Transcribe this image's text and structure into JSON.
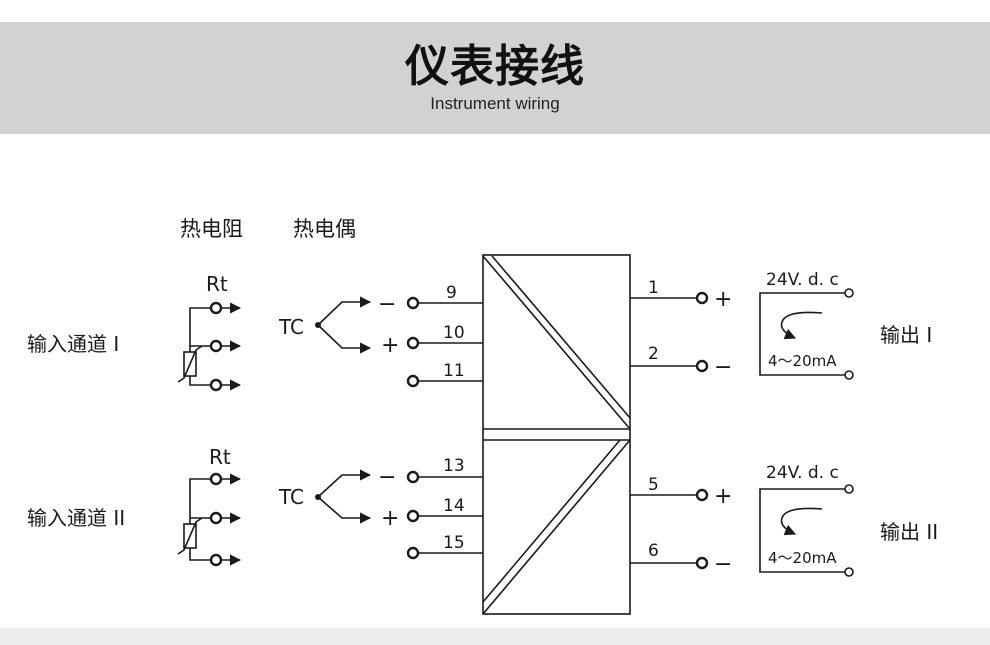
{
  "header": {
    "title": "仪表接线",
    "subtitle": "Instrument wiring"
  },
  "legend": {
    "rtd": "热电阻",
    "thermocouple": "热电偶"
  },
  "channels": [
    {
      "input_label": "输入通道 I",
      "rt_label": "Rt",
      "tc_label": "TC",
      "tc_minus": "−",
      "tc_plus": "+",
      "input_terminals": [
        "9",
        "10",
        "11"
      ],
      "output_terminals": [
        "1",
        "2"
      ],
      "out_plus": "+",
      "out_minus": "−",
      "supply": "24V. d. c",
      "current_range": "4～20mA",
      "output_label": "输出 I"
    },
    {
      "input_label": "输入通道 II",
      "rt_label": "Rt",
      "tc_label": "TC",
      "tc_minus": "−",
      "tc_plus": "+",
      "input_terminals": [
        "13",
        "14",
        "15"
      ],
      "output_terminals": [
        "5",
        "6"
      ],
      "out_plus": "+",
      "out_minus": "−",
      "supply": "24V. d. c",
      "current_range": "4～20mA",
      "output_label": "输出 II"
    }
  ]
}
